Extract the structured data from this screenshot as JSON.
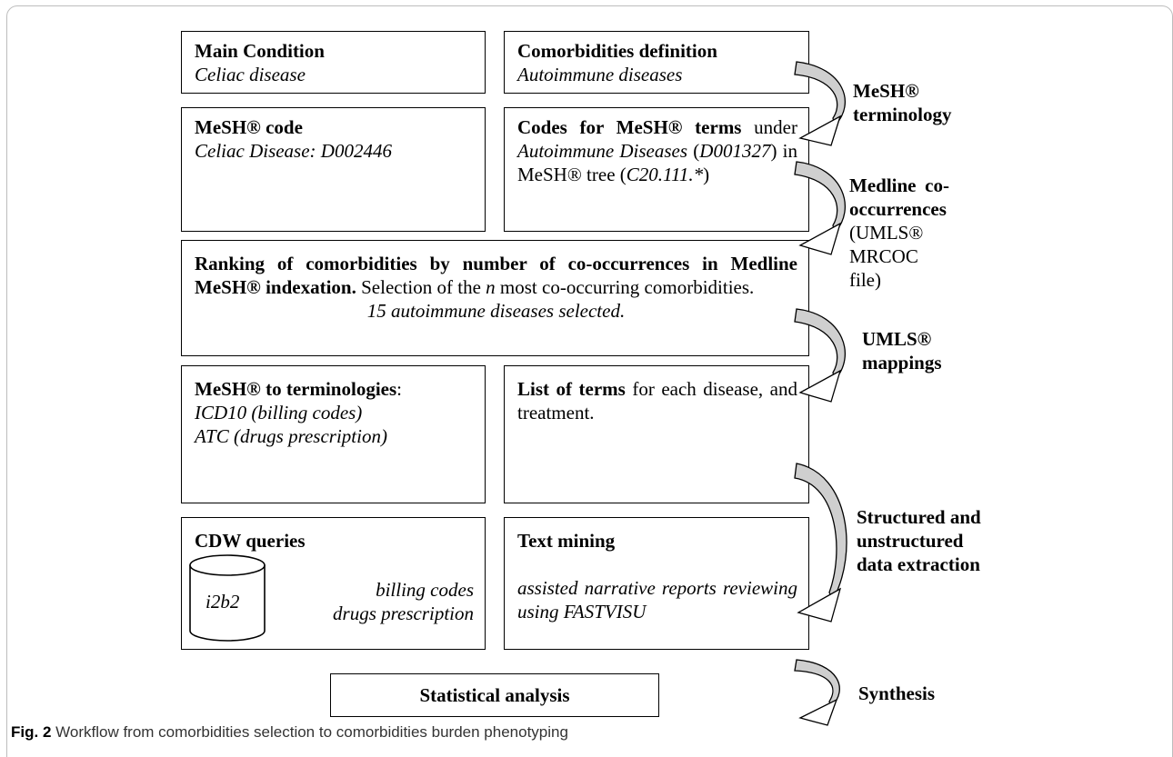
{
  "boxes": {
    "main_condition": {
      "title": "Main Condition",
      "value": "Celiac disease"
    },
    "comorb_def": {
      "title": "Comorbidities definition",
      "value": "Autoimmune diseases"
    },
    "mesh_code": {
      "title": "MeSH® code",
      "value": "Celiac Disease: D002446"
    },
    "codes_terms": {
      "title": "Codes for MeSH® terms",
      "t1": "under",
      "t2": "Autoimmune Diseases",
      "t3": "(",
      "t4": "D001327",
      "t5": ") in MeSH® tree (",
      "t6": "C20.111.*",
      "t7": ")"
    },
    "ranking": {
      "title": "Ranking of comorbidities by number of co-occurrences in Medline MeSH® indexation.",
      "t1": "Selection of the",
      "n": "n",
      "t2": "most co-occurring comorbidities.",
      "selected": "15 autoimmune diseases selected."
    },
    "mesh_terminologies": {
      "title": "MeSH® to terminologies",
      "colon": ":",
      "line1": "ICD10 (billing codes)",
      "line2": "ATC (drugs prescription)"
    },
    "list_terms": {
      "title": "List of terms",
      "text": "for each disease, and treatment."
    },
    "cdw": {
      "title": "CDW queries",
      "db": "i2b2",
      "line1": "billing codes",
      "line2": "drugs prescription"
    },
    "text_mining": {
      "title": "Text mining",
      "text": "assisted narrative reports reviewing using FASTVISU"
    },
    "stat": {
      "title": "Statistical analysis"
    }
  },
  "steps": {
    "s1": {
      "line1": "MeSH®",
      "line2": "terminology"
    },
    "s2": {
      "line1": "Medline co-",
      "line2": "occurrences",
      "line3": "(UMLS®",
      "line4": "MRCOC file)"
    },
    "s3": {
      "line1": "UMLS®",
      "line2": "mappings"
    },
    "s4": {
      "line1": "Structured and",
      "line2": "unstructured",
      "line3": "data extraction"
    },
    "s5": {
      "line1": "Synthesis"
    }
  },
  "caption": {
    "fig": "Fig. 2",
    "text": "Workflow from comorbidities selection to comorbidities burden phenotyping"
  }
}
